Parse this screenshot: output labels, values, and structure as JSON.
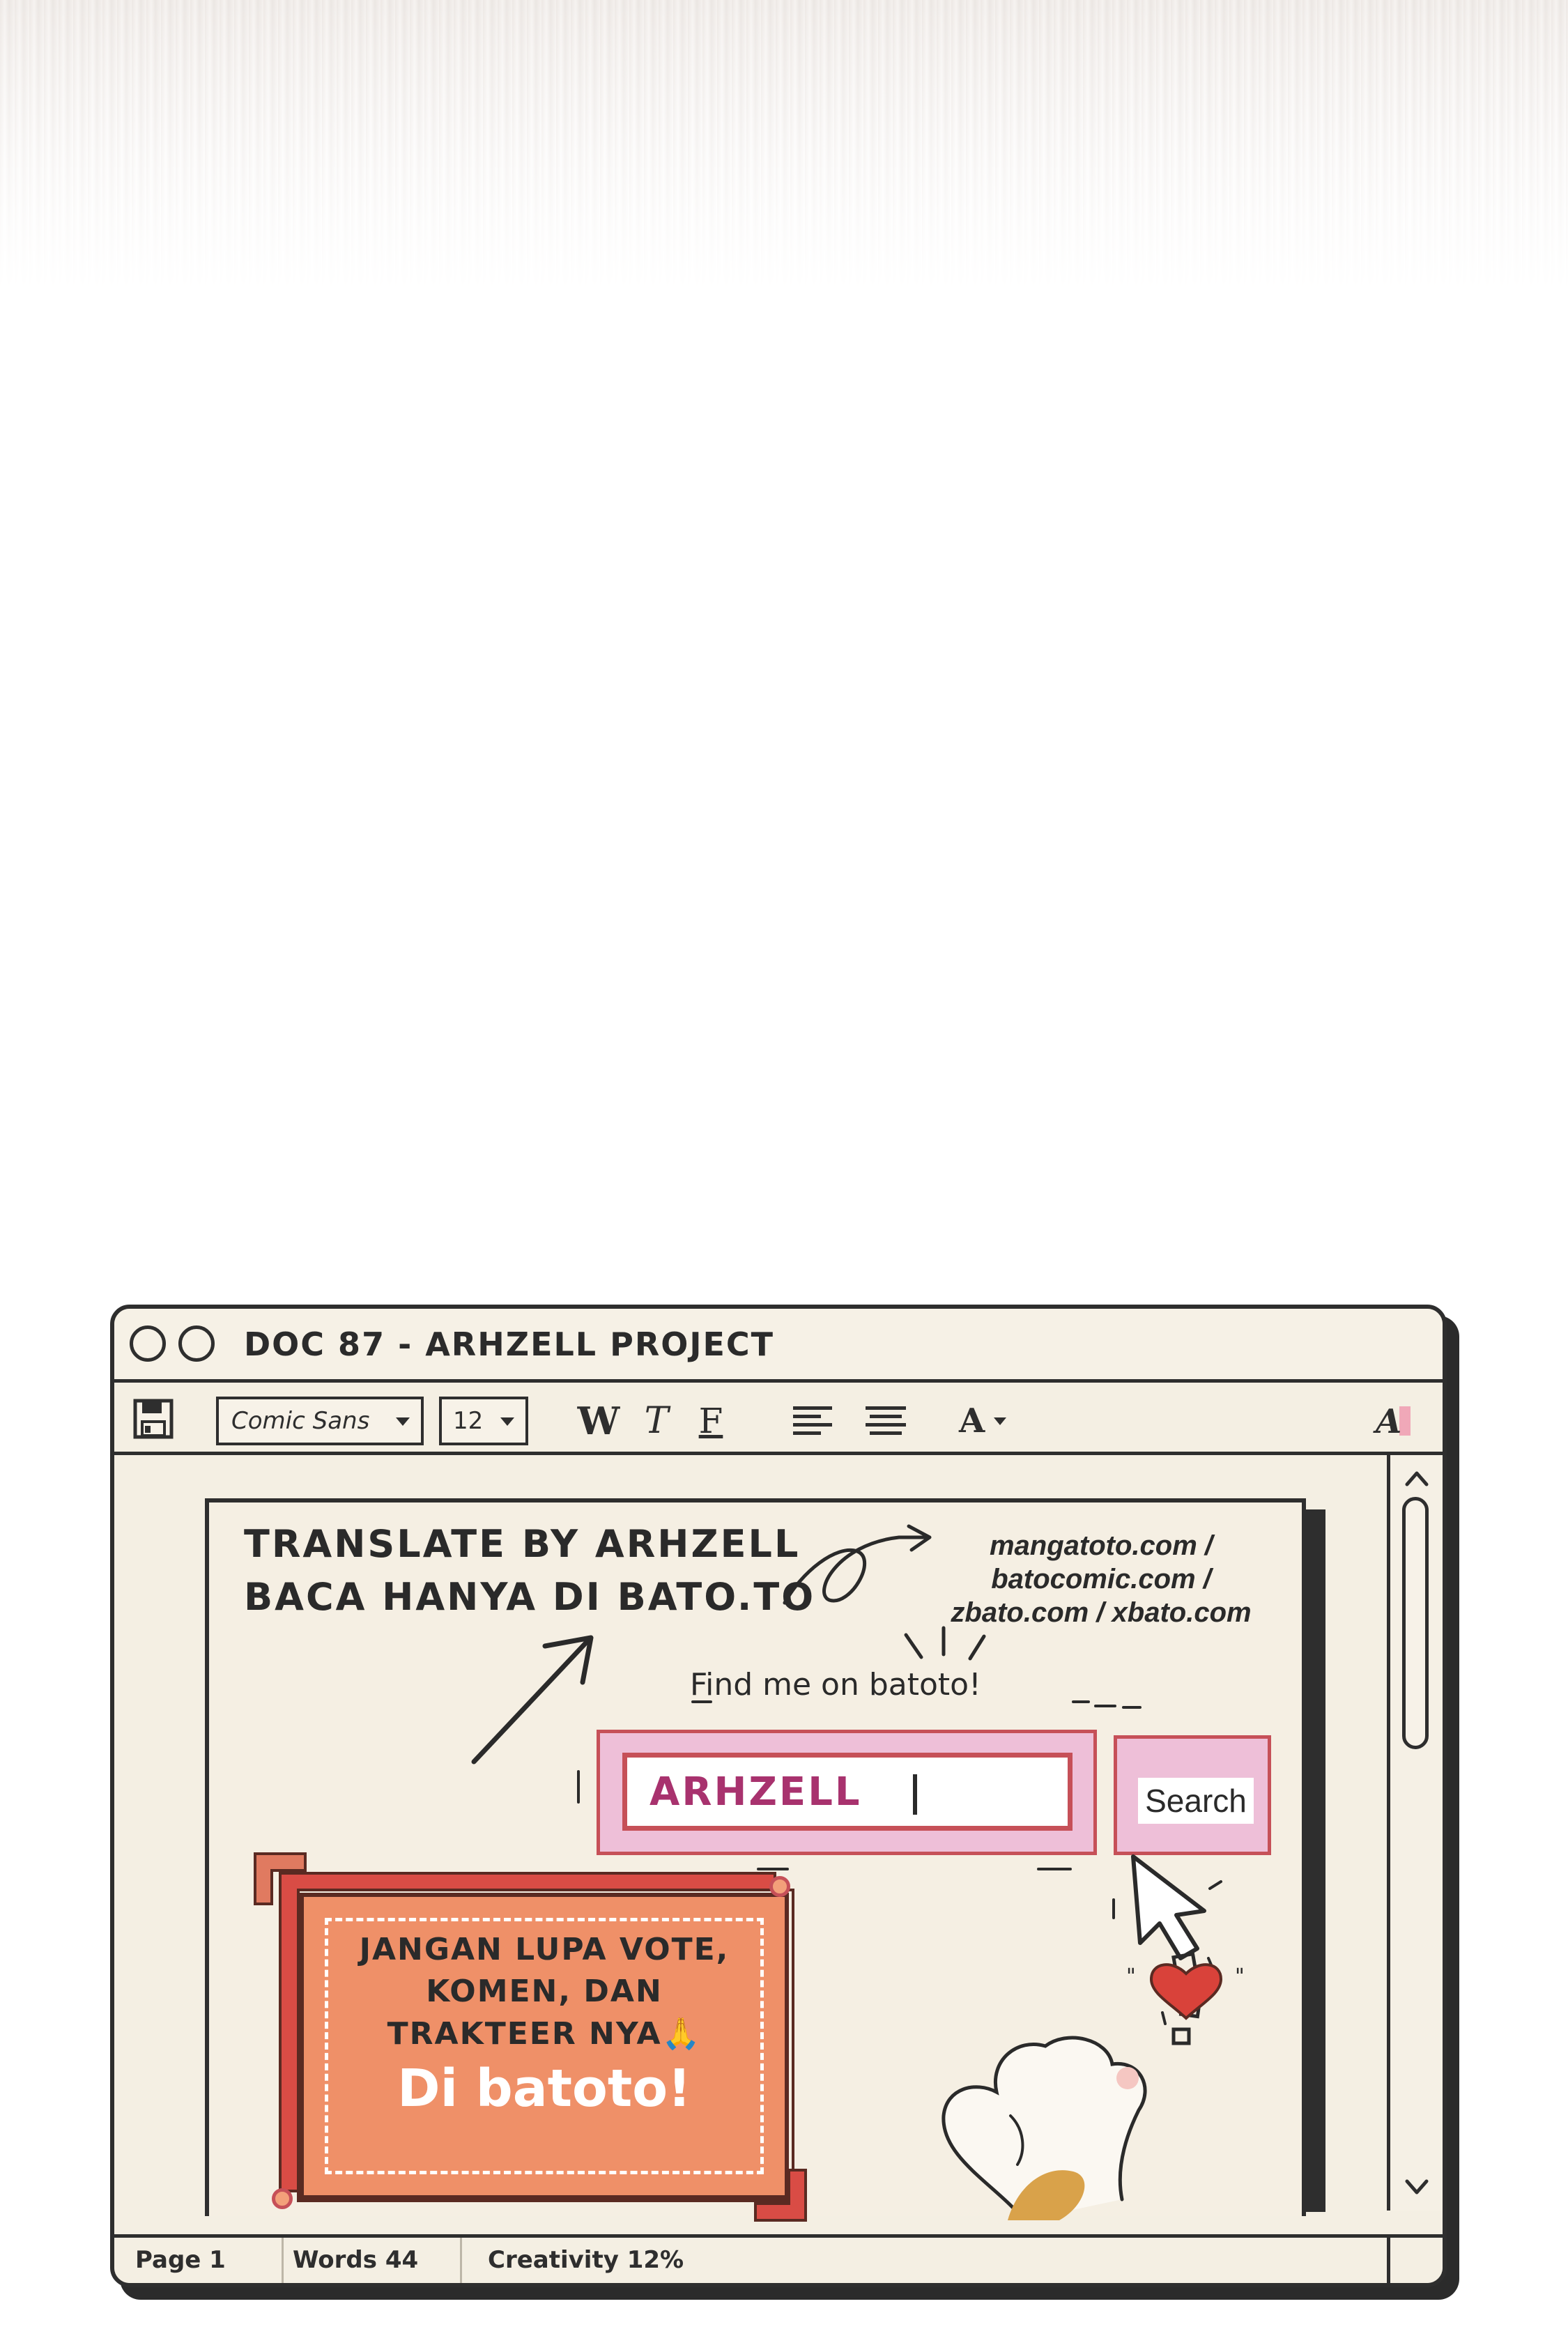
{
  "window": {
    "title": "DOC 87 - ARHZELL PROJECT"
  },
  "toolbar": {
    "font_name": "Comic Sans",
    "font_size": "12",
    "bold_label": "W",
    "italic_label": "T",
    "underline_label": "F",
    "font_color_label": "A"
  },
  "document": {
    "credit_line_1": "TRANSLATE BY ARHZELL",
    "credit_line_2": "BACA HANYA DI BATO.TO",
    "sites": [
      "mangatoto.com /",
      "batocomic.com /",
      "zbato.com / xbato.com"
    ],
    "find_me": "Find me on batoto!",
    "search": {
      "value": "ARHZELL",
      "button_label": "Search"
    },
    "card": {
      "line_1": "JANGAN LUPA VOTE,",
      "line_2": "KOMEN, DAN",
      "line_3": "TRAKTEER NYA🙏",
      "headline": "Di batoto!"
    }
  },
  "statusbar": {
    "page": "Page 1",
    "words": "Words 44",
    "creativity": "Creativity 12%"
  },
  "colors": {
    "ink": "#2e2e2e",
    "paper": "#f4efe3",
    "pink": "#eebfd8",
    "red": "#c65058",
    "magenta_text": "#a8326e",
    "card_orange": "#ef9068",
    "heart": "#d9423a"
  },
  "icons": {
    "save": "floppy-disk-icon",
    "align_left": "align-left-icon",
    "align_center": "align-center-icon",
    "styles": "text-styles-icon",
    "cursor": "mouse-pointer-icon",
    "heart": "heart-icon",
    "paw": "cat-paw-icon"
  }
}
